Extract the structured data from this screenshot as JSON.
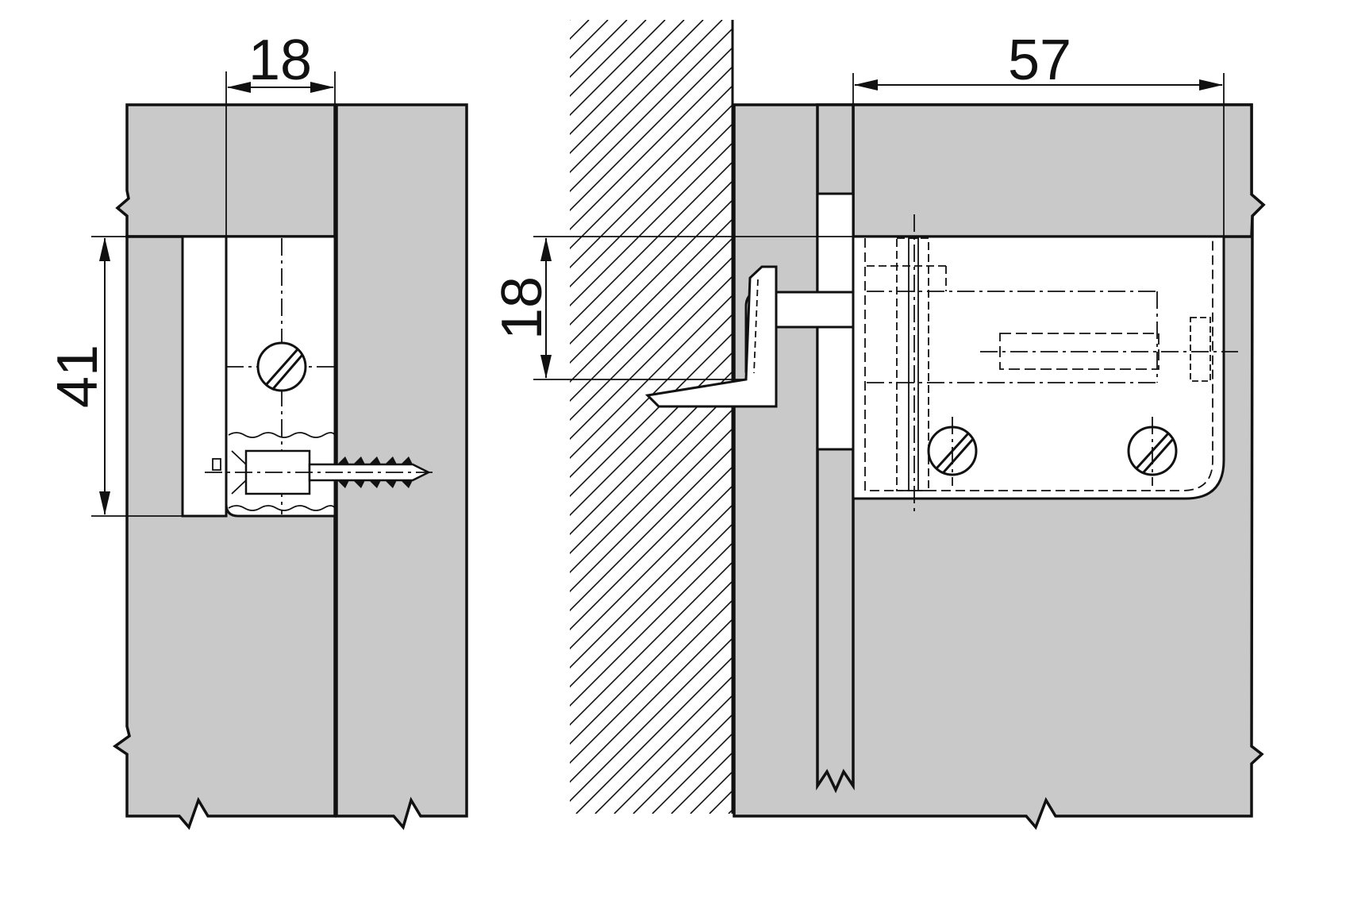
{
  "diagram": {
    "left_view": {
      "dim_width": "18",
      "dim_height": "41"
    },
    "right_view": {
      "dim_length": "57",
      "dim_height": "18"
    },
    "colors": {
      "panel": "#c9c9c9",
      "line": "#111111",
      "part": "#ffffff"
    }
  }
}
